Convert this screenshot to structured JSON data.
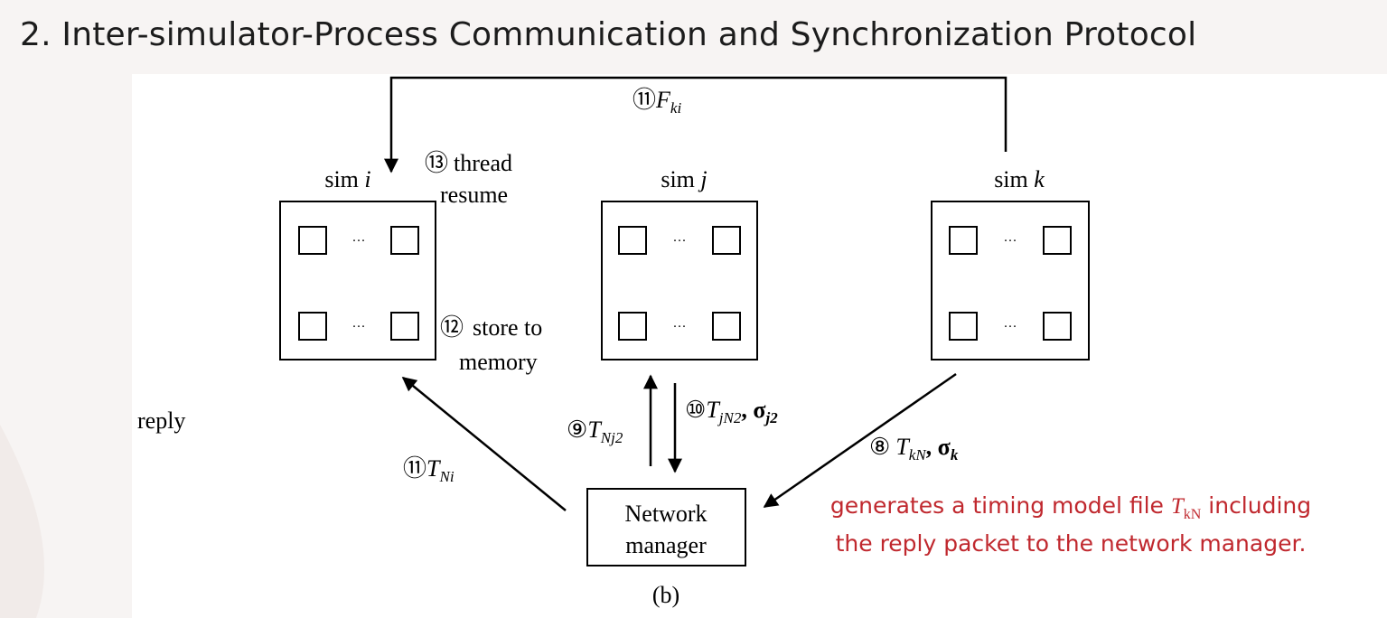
{
  "slide": {
    "title": "2. Inter-simulator-Process Communication and Synchronization Protocol"
  },
  "diagram": {
    "sims": [
      {
        "prefix": "sim ",
        "var": "i"
      },
      {
        "prefix": "sim ",
        "var": "j"
      },
      {
        "prefix": "sim ",
        "var": "k"
      }
    ],
    "ellipsis": "···",
    "network_manager": {
      "line1": "Network",
      "line2": "manager"
    },
    "caption": "(b)",
    "side_label": "reply",
    "steps": {
      "s8": {
        "num": "⑧",
        "main": "T",
        "sub": "kN",
        "extra": ", σ",
        "extra_sub": "k"
      },
      "s9": {
        "num": "⑨",
        "main": "T",
        "sub": "Nj2"
      },
      "s10": {
        "num": "⑩",
        "main": "T",
        "sub": "jN2",
        "extra": ", σ",
        "extra_sub": "j2"
      },
      "s11_top": {
        "num": "⑪",
        "main": "F",
        "sub": "ki"
      },
      "s11_left": {
        "num": "⑪",
        "main": "T",
        "sub": "Ni"
      },
      "s12": {
        "num": "⑫",
        "line1": "store to",
        "line2": "memory"
      },
      "s13": {
        "num": "⑬",
        "line1": "thread",
        "line2": "resume"
      }
    }
  },
  "annotation": {
    "line1_before": "generates a timing model file ",
    "tkn_main": "T",
    "tkn_sub": "kN",
    "line1_after": " including",
    "line2": "the reply packet to the network manager."
  }
}
